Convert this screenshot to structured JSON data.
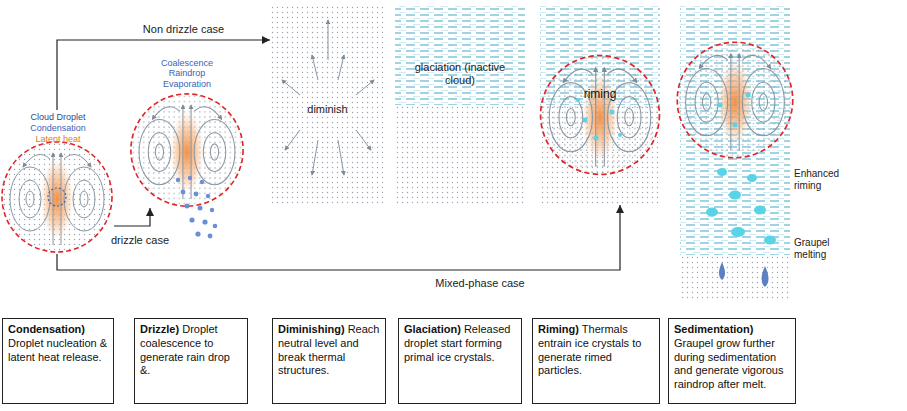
{
  "diagram": {
    "nodes": [
      {
        "text": [
          "Cloud Droplet",
          "Condensation",
          "Latent heat"
        ]
      },
      {
        "text": [
          "Coalescence Raindrop Evaporation"
        ]
      },
      {
        "text": [
          "diminish"
        ]
      },
      {
        "text": [
          "glaciation (inactive cloud)"
        ]
      },
      {
        "text": [
          "riming"
        ]
      },
      {
        "text": [
          "Enhanced riming",
          "Graupel melting"
        ]
      },
      {
        "text": [
          "Condensation)",
          "Droplet nucleation & latent heat release."
        ]
      },
      {
        "text": [
          "Drizzle)",
          "Droplet coalescence to generate rain drop &."
        ]
      },
      {
        "text": [
          "Diminishing)",
          "Reach neutral level and break thermal structures."
        ]
      },
      {
        "text": [
          "Glaciation)",
          "Released droplet start forming primal ice crystals."
        ]
      },
      {
        "text": [
          "Riming)",
          "Thermals entrain ice crystals to generate rimed particles."
        ]
      },
      {
        "text": [
          "Sedimentation)",
          "Graupel grow further during sedimentation and generate vigorous raindrop after melt."
        ]
      }
    ],
    "edges": [
      {
        "from": 0,
        "to": 2,
        "label": "Non drizzle case",
        "arrow": "to"
      },
      {
        "from": 0,
        "to": 1,
        "label": "drizzle case",
        "arrow": "to"
      },
      {
        "from": 0,
        "to": 4,
        "label": "Mixed-phase case",
        "arrow": "to"
      }
    ]
  }
}
